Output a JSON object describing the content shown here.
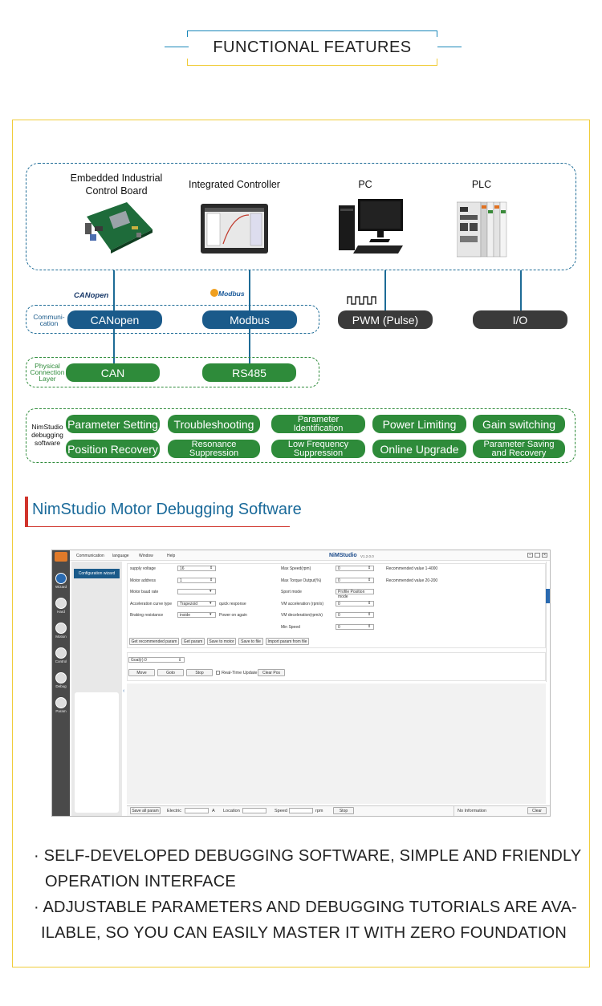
{
  "header": {
    "title": "FUNCTIONAL FEATURES"
  },
  "devices": {
    "embedded": "Embedded Industrial\nControl Board",
    "controller": "Integrated Controller",
    "pc": "PC",
    "plc": "PLC"
  },
  "comm": {
    "side_label": "Communi-\ncation",
    "canopen_logo": "CANopen",
    "modbus_logo": "Modbus",
    "canopen": "CANopen",
    "modbus": "Modbus",
    "pwm": "PWM (Pulse)",
    "io": "I/O"
  },
  "physical": {
    "side_label": "Physical\nConnection\nLayer",
    "can": "CAN",
    "rs485": "RS485"
  },
  "debug": {
    "side_label": "NimStudio\ndebugging\nsoftware",
    "row1": [
      "Parameter Setting",
      "Troubleshooting",
      "Parameter\nIdentification",
      "Power Limiting",
      "Gain switching"
    ],
    "row2": [
      "Position Recovery",
      "Resonance\nSuppression",
      "Low Frequency\nSuppression",
      "Online Upgrade",
      "Parameter Saving\nand Recovery"
    ]
  },
  "section_title": "NimStudio Motor Debugging Software",
  "software": {
    "menu": [
      "Communication",
      "language",
      "Window",
      "Help"
    ],
    "app_title": "NiMStudio",
    "version": "V1.2.0.0",
    "sidebar": [
      "Wizard",
      "Hard",
      "Motion",
      "Control",
      "Debug",
      "Param"
    ],
    "wizard_button": "Configuration wizard",
    "left_fields": [
      {
        "label": "supply voltage",
        "value": "16"
      },
      {
        "label": "Motor address",
        "value": "1"
      },
      {
        "label": "Motor baud rate",
        "value": ""
      },
      {
        "label": "Acceleration curve type",
        "value": "Trapezoid",
        "note": "quick response"
      },
      {
        "label": "Braking resistance",
        "value": "inside",
        "note": "Power on again"
      }
    ],
    "right_fields": [
      {
        "label": "Max Speed(rpm)",
        "value": "0",
        "note": "Recommended value 1-4000"
      },
      {
        "label": "Max Torque Output(%)",
        "value": "0",
        "note": "Recommended value 20-200"
      },
      {
        "label": "Sport mode",
        "value": "Profile Position mode"
      },
      {
        "label": "VM acceleration (rpm/s)",
        "value": "0"
      },
      {
        "label": "VM deceleration(rpm/s)",
        "value": "0"
      },
      {
        "label": "Min Speed",
        "value": "0"
      }
    ],
    "action_buttons": [
      "Get recommended param",
      "Get param",
      "Save to motor",
      "Save to file",
      "Import param from file"
    ],
    "goal_label": "Goal(r):0",
    "motion_buttons": [
      "Move",
      "Goto",
      "Stop"
    ],
    "realtime": "Real-Time Update",
    "clear_pos": "Clear Pos",
    "status": {
      "save_all": "Save all param",
      "electric": "Electric",
      "unit_a": "A",
      "location": "Location",
      "speed": "Speed",
      "unit_rpm": "rpm",
      "stop": "Stop",
      "info": "No Information",
      "clear": "Clear"
    }
  },
  "bullets": [
    "· SELF-DEVELOPED DEBUGGING SOFTWARE, SIMPLE AND FRIENDLY",
    "OPERATION INTERFACE",
    "· ADJUSTABLE PARAMETERS AND DEBUGGING TUTORIALS ARE AVA-",
    "ILABLE, SO YOU CAN EASILY MASTER IT WITH ZERO FOUNDATION"
  ],
  "colors": {
    "accent_blue": "#1a5a8a",
    "accent_green": "#2e8b3a",
    "frame_yellow": "#f0cc3a",
    "title_blue": "#1a6a9a",
    "title_red": "#d0342c"
  }
}
